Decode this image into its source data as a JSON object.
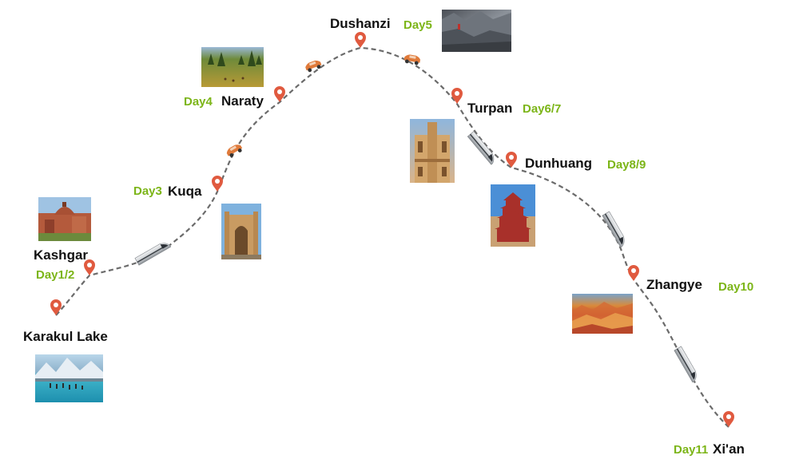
{
  "colors": {
    "route": "#6b6b6b",
    "pin": "#e05a3f",
    "pin_dot": "#ffffff",
    "day": "#7cb518",
    "name": "#111111",
    "car": "#e07a3a",
    "train": "#a8adb2"
  },
  "route": {
    "stops": [
      {
        "name": "Karakul Lake",
        "day": ""
      },
      {
        "name": "Kashgar",
        "day": "Day1/2"
      },
      {
        "name": "Kuqa",
        "day": "Day3"
      },
      {
        "name": "Naraty",
        "day": "Day4"
      },
      {
        "name": "Dushanzi",
        "day": "Day5"
      },
      {
        "name": "Turpan",
        "day": "Day6/7"
      },
      {
        "name": "Dunhuang",
        "day": "Day8/9"
      },
      {
        "name": "Zhangye",
        "day": "Day10"
      },
      {
        "name": "Xi'an",
        "day": "Day11"
      }
    ],
    "transport_icons": [
      "train-icon",
      "car-icon",
      "car-icon",
      "car-icon",
      "car-icon",
      "train-icon",
      "train-icon",
      "train-icon"
    ]
  },
  "photos": [
    {
      "name": "karakul-lake-photo",
      "subject": "lake"
    },
    {
      "name": "kashgar-photo",
      "subject": "mosque"
    },
    {
      "name": "kuqa-photo",
      "subject": "mosque-gate"
    },
    {
      "name": "naraty-photo",
      "subject": "grassland"
    },
    {
      "name": "dushanzi-photo",
      "subject": "canyon"
    },
    {
      "name": "turpan-photo",
      "subject": "minaret"
    },
    {
      "name": "dunhuang-photo",
      "subject": "pagoda"
    },
    {
      "name": "zhangye-photo",
      "subject": "danxia"
    }
  ]
}
